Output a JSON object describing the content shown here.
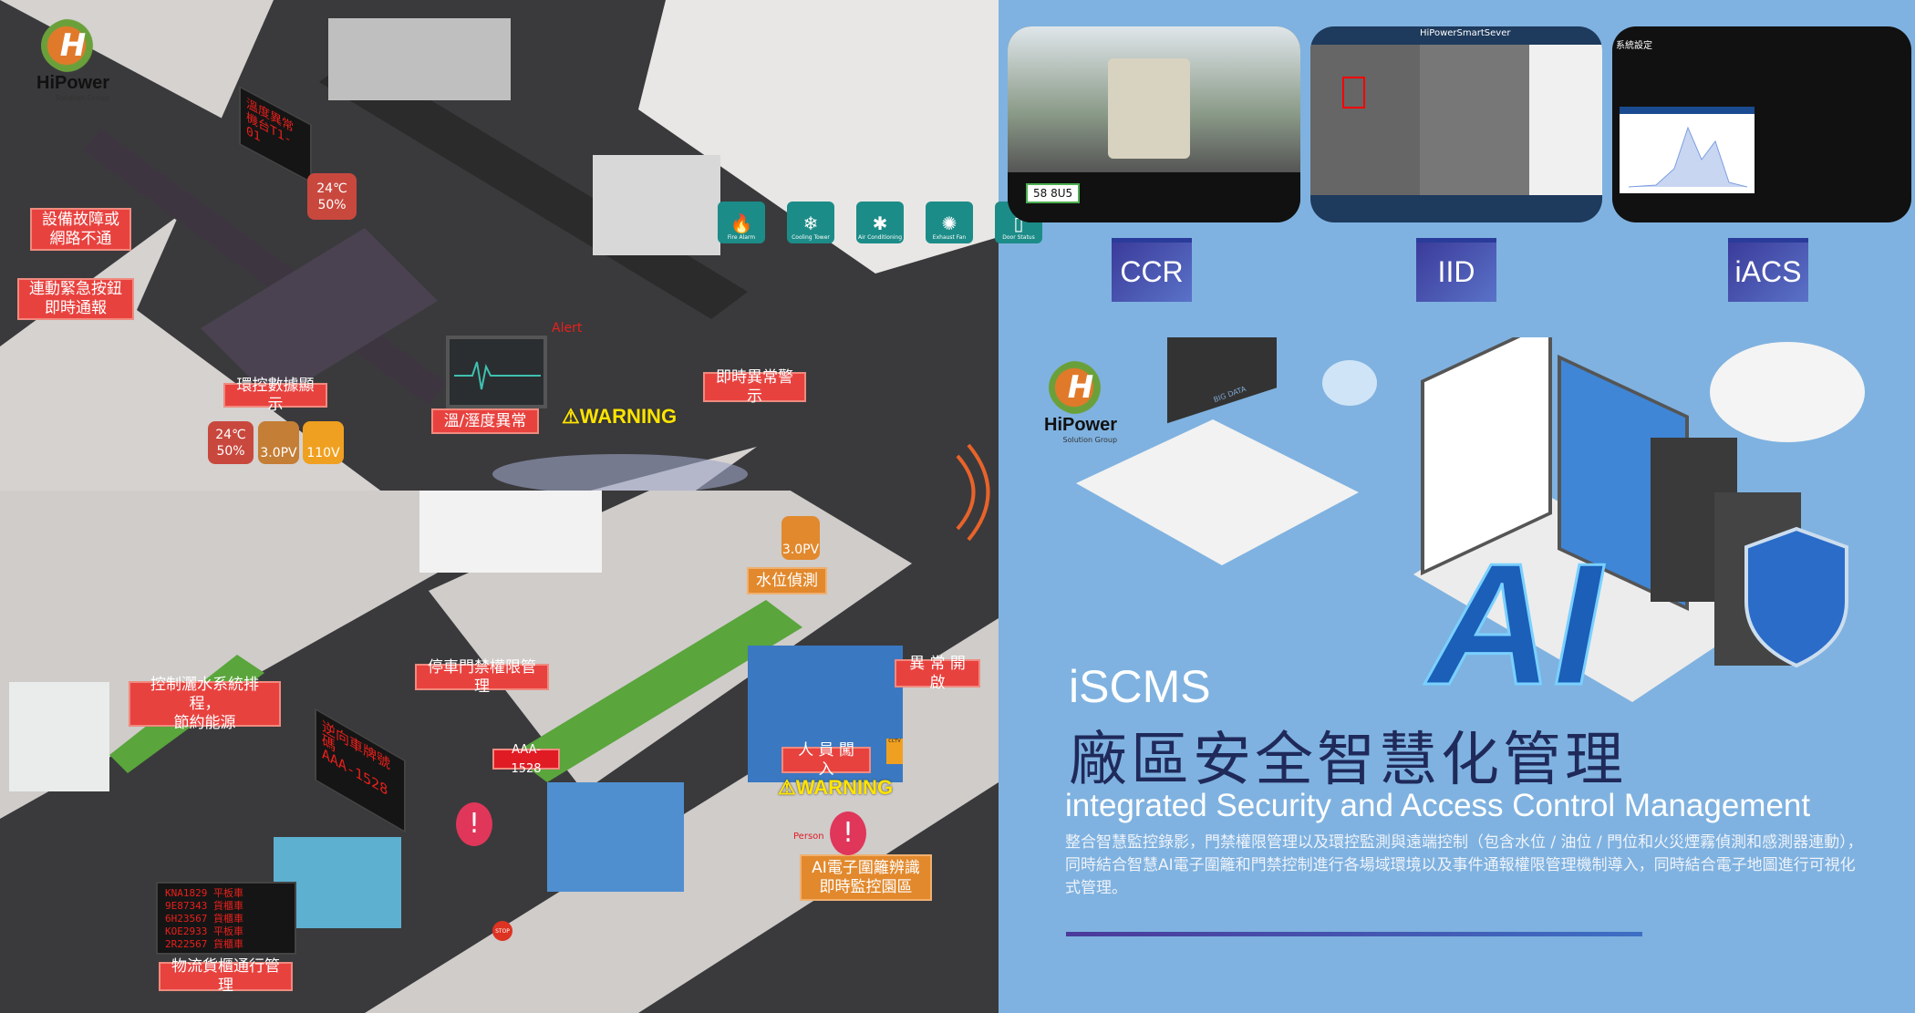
{
  "brand": {
    "logo_name": "HiPower",
    "logo_sub": "Solution Group"
  },
  "factory": {
    "labels": {
      "equipment_fault": "設備故障或\n網路不通",
      "emergency_button": "連動緊急按鈕\n即時通報",
      "env_data": "環控數據顯示",
      "temp_humidity": "溫/溼度異常",
      "instant_alert": "即時異常警示"
    },
    "led_sign": "溫度異常\n機台T1-01",
    "sensor_top": {
      "temp": "24℃",
      "humidity": "50%"
    },
    "sensors": {
      "temp": "24℃",
      "humidity": "50%",
      "pressure": "3.0PV",
      "voltage": "110V"
    },
    "alert_text": "Alert",
    "warning_text": "WARNING",
    "apps": [
      "Fire Alarm",
      "Cooling Tower",
      "Air Conditioning",
      "Exhaust Fan",
      "Door Status"
    ]
  },
  "campus": {
    "labels": {
      "sprinkler": "控制灑水系統排程，\n節約能源",
      "parking": "停車門禁權限管理",
      "water_level": "水位偵測",
      "abnormal_open": "異 常 開 啟",
      "intrusion": "人 員 闖 入",
      "ai_fence": "AI電子圍籬辨識\n即時監控園區",
      "logistics": "物流貨櫃通行管理"
    },
    "water_sensor": "3.0PV",
    "plate_tag": "AAA-1528",
    "reverse_sign": "逆向車牌號碼\nAAA-1528",
    "warning_text": "WARNING",
    "person_tag": "Person",
    "stop_sign": "STOP",
    "cctv_sign": "CCTV",
    "plate_list": [
      "KNA1829 平板車",
      "9E87343 貨櫃車",
      "6H23567 貨櫃車",
      "KOE2933 平板車",
      "2R22567 貨櫃車"
    ]
  },
  "products": [
    {
      "label": "CCR",
      "screen_text": "58 8U5"
    },
    {
      "label": "IID",
      "screen_text": "HiPowerSmartSever"
    },
    {
      "label": "iACS",
      "screen_text": "系統設定"
    }
  ],
  "hero": {
    "ai_text": "AI",
    "big_data": "BIG DATA",
    "product": "iSCMS",
    "title_zh": "廠區安全智慧化管理",
    "title_en": "integrated Security and Access Control Management",
    "description": "整合智慧監控錄影，門禁權限管理以及環控監測與遠端控制（包含水位 / 油位 / 門位和火災煙霧偵測和感測器連動），同時結合智慧AI電子圍籬和門禁控制進行各場域環境以及事件通報權限管理機制導入，同時結合電子地圖進行可視化式管理。"
  },
  "colors": {
    "background": "#7fb2e0",
    "title": "#1f2a5a",
    "tag_red": "#e8423f",
    "tag_orange": "#e2892d",
    "warning": "#ffe400"
  }
}
